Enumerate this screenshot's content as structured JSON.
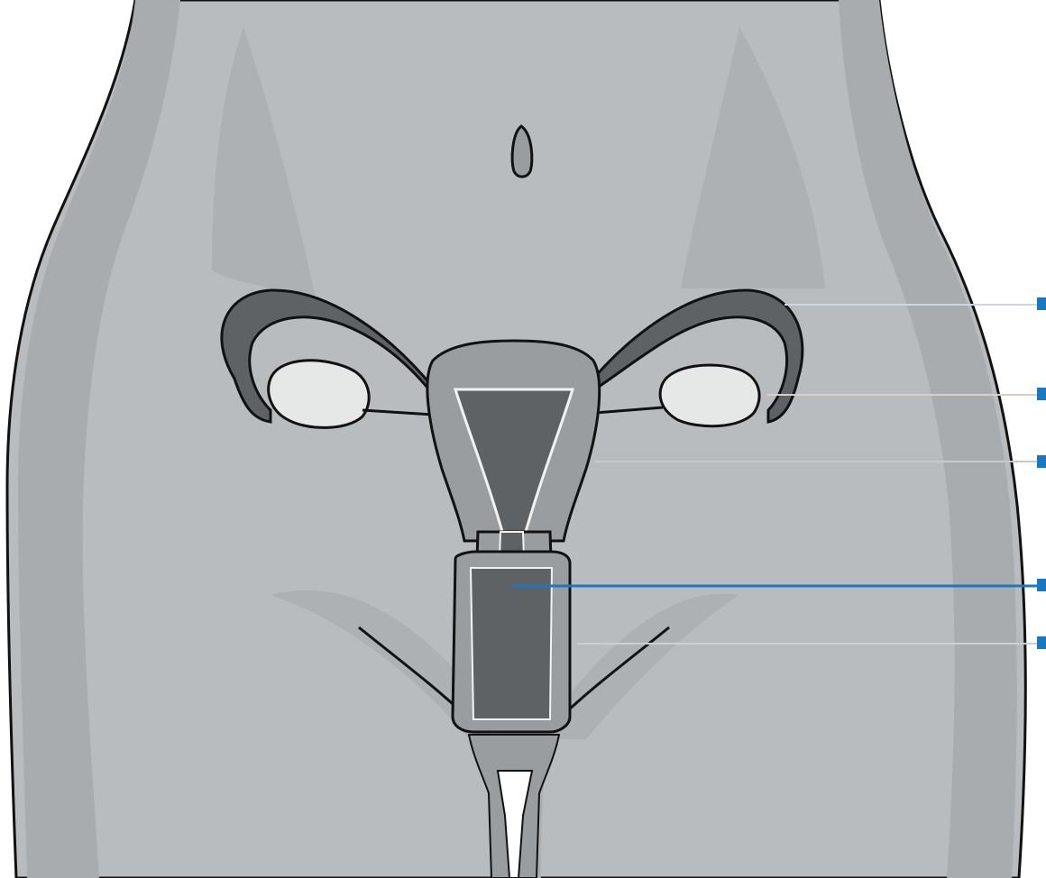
{
  "diagram": {
    "subject": "female-reproductive-system-frontal-view",
    "colors": {
      "background": "#ffffff",
      "body_fill": "#b9bcbe",
      "body_shade": "#a9acae",
      "outline": "#111111",
      "organ_mid": "#9a9d9f",
      "organ_dark": "#5f6264",
      "ovary": "#e6e7e7",
      "leader_active": "#1a78c2",
      "leader_faint": "#c9d7e6",
      "label": "#1a78c2"
    },
    "labels": [
      {
        "id": "label-1",
        "text": "",
        "active": false
      },
      {
        "id": "label-2",
        "text": "",
        "active": false
      },
      {
        "id": "label-3",
        "text": "",
        "active": false
      },
      {
        "id": "label-4",
        "text": "",
        "active": true
      },
      {
        "id": "label-5",
        "text": "",
        "active": false
      }
    ]
  }
}
